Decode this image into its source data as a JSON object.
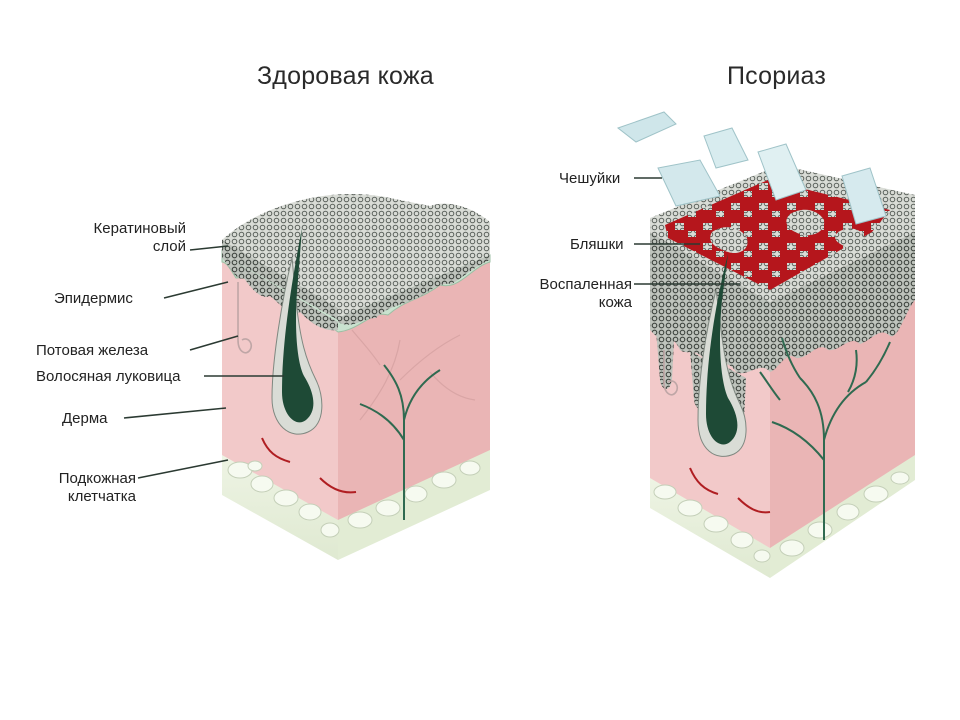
{
  "titles": {
    "healthy": "Здоровая кожа",
    "psoriasis": "Псориаз"
  },
  "healthy_labels": {
    "keratin_line1": "Кератиновый",
    "keratin_line2": "слой",
    "epidermis": "Эпидермис",
    "sweat_gland": "Потовая железа",
    "hair_bulb": "Волосяная луковица",
    "dermis": "Дерма",
    "subcutaneous_line1": "Подкожная",
    "subcutaneous_line2": "клетчатка"
  },
  "psoriasis_labels": {
    "scales": "Чешуйки",
    "plaques": "Бляшки",
    "inflamed_line1": "Воспаленная",
    "inflamed_line2": "кожа"
  },
  "colors": {
    "dermis": "#f2c9c9",
    "dermis_side": "#eab5b5",
    "epidermis": "#c9e2cf",
    "keratin": "#a9aaa8",
    "hair": "#1e4a36",
    "fat": "#e6efd9",
    "plaque": "#b5161c",
    "scale": "#cfe6ea"
  }
}
